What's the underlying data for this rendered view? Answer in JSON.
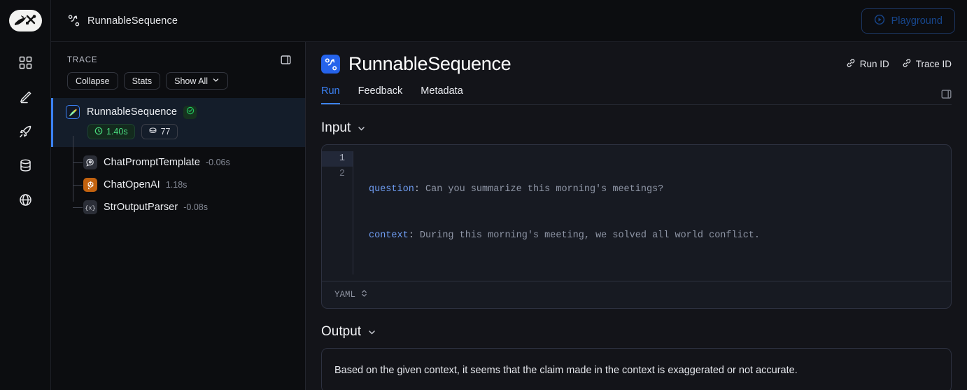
{
  "colors": {
    "accent_blue": "#3b82f6",
    "title_icon_bg": "#2563eb",
    "success_green": "#4ade80",
    "openai_orange": "#c2620f",
    "panel_bg": "#131419",
    "rail_bg": "#0c0d10",
    "selected_row_bg": "#141d2a"
  },
  "rail": {
    "logo_name": "langsmith-logo",
    "items": [
      {
        "icon": "grid-apps-icon",
        "name": "sidebar-item-projects"
      },
      {
        "icon": "pencil-edit-icon",
        "name": "sidebar-item-prompts"
      },
      {
        "icon": "rocket-icon",
        "name": "sidebar-item-deployments"
      },
      {
        "icon": "database-icon",
        "name": "sidebar-item-datasets"
      },
      {
        "icon": "globe-icon",
        "name": "sidebar-item-public"
      }
    ]
  },
  "breadcrumb": {
    "icon": "node-path-icon",
    "label": "RunnableSequence"
  },
  "playground": {
    "label": "Playground",
    "icon": "play-circle-icon"
  },
  "trace": {
    "label": "TRACE",
    "panel_toggle_icon": "panel-toggle-icon",
    "buttons": [
      {
        "label": "Collapse",
        "name": "collapse-button",
        "has_chevron": false
      },
      {
        "label": "Stats",
        "name": "stats-button",
        "has_chevron": false
      },
      {
        "label": "Show All",
        "name": "show-all-button",
        "has_chevron": true
      }
    ],
    "root": {
      "name": "RunnableSequence",
      "icon": "langchain-parrot-icon",
      "status": "success",
      "status_icon": "check-circle-icon",
      "duration": "1.40s",
      "duration_icon": "clock-icon",
      "tokens": "77",
      "tokens_icon": "tokens-icon"
    },
    "children": [
      {
        "name": "ChatPromptTemplate",
        "duration": "-0.06s",
        "icon": "prompt-bubble-icon",
        "icon_style": "grey"
      },
      {
        "name": "ChatOpenAI",
        "duration": "1.18s",
        "icon": "openai-icon",
        "icon_style": "orange"
      },
      {
        "name": "StrOutputParser",
        "duration": "-0.08s",
        "icon": "braces-x-icon",
        "icon_style": "grey"
      }
    ]
  },
  "detail": {
    "title": "RunnableSequence",
    "title_icon": "node-path-icon",
    "id_links": [
      {
        "label": "Run ID",
        "icon": "link-chain-icon",
        "name": "run-id-link"
      },
      {
        "label": "Trace ID",
        "icon": "link-chain-icon",
        "name": "trace-id-link"
      }
    ],
    "tabs": [
      {
        "label": "Run",
        "active": true
      },
      {
        "label": "Feedback",
        "active": false
      },
      {
        "label": "Metadata",
        "active": false
      }
    ],
    "tabs_toggle_icon": "panel-toggle-icon",
    "input": {
      "heading": "Input",
      "chevron_icon": "chevron-down-icon",
      "lines": [
        {
          "num": "1",
          "key": "question",
          "sep": ": ",
          "value": "Can you summarize this morning's meetings?",
          "active": true
        },
        {
          "num": "2",
          "key": "context",
          "sep": ": ",
          "value": "During this morning's meeting, we solved all world conflict.",
          "active": false
        }
      ],
      "format": "YAML",
      "format_icon": "up-down-chevrons-icon"
    },
    "output": {
      "heading": "Output",
      "chevron_icon": "chevron-down-icon",
      "text": "Based on the given context, it seems that the claim made in the context is exaggerated or not accurate."
    }
  }
}
